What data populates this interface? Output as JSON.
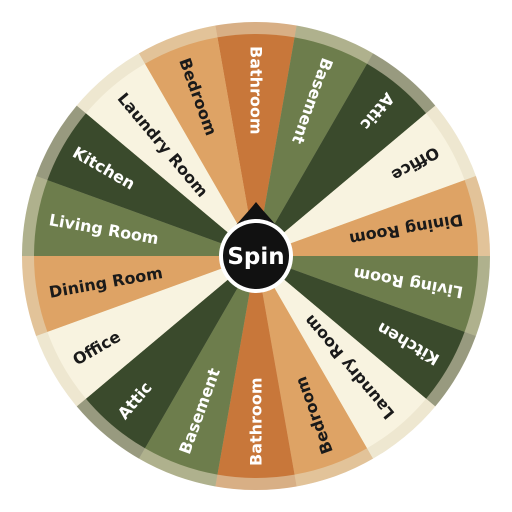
{
  "wheel": {
    "segments": [
      {
        "label": "Bathroom",
        "color": "#c8773a",
        "text_color": "#ffffff"
      },
      {
        "label": "Basement",
        "color": "#6d7d4c",
        "text_color": "#ffffff"
      },
      {
        "label": "Attic",
        "color": "#3a4a2c",
        "text_color": "#ffffff"
      },
      {
        "label": "Office",
        "color": "#f8f3e0",
        "text_color": "#1a1a1a"
      },
      {
        "label": "Dining Room",
        "color": "#dea365",
        "text_color": "#1a1a1a"
      },
      {
        "label": "Living Room",
        "color": "#6d7d4c",
        "text_color": "#ffffff"
      },
      {
        "label": "Kitchen",
        "color": "#3a4a2c",
        "text_color": "#ffffff"
      },
      {
        "label": "Laundry Room",
        "color": "#f8f3e0",
        "text_color": "#1a1a1a"
      },
      {
        "label": "Bedroom",
        "color": "#dea365",
        "text_color": "#1a1a1a"
      },
      {
        "label": "Bathroom",
        "color": "#c8773a",
        "text_color": "#ffffff"
      },
      {
        "label": "Basement",
        "color": "#6d7d4c",
        "text_color": "#ffffff"
      },
      {
        "label": "Attic",
        "color": "#3a4a2c",
        "text_color": "#ffffff"
      },
      {
        "label": "Office",
        "color": "#f8f3e0",
        "text_color": "#1a1a1a"
      },
      {
        "label": "Dining Room",
        "color": "#dea365",
        "text_color": "#1a1a1a"
      },
      {
        "label": "Living Room",
        "color": "#6d7d4c",
        "text_color": "#ffffff"
      },
      {
        "label": "Kitchen",
        "color": "#3a4a2c",
        "text_color": "#ffffff"
      },
      {
        "label": "Laundry Room",
        "color": "#f8f3e0",
        "text_color": "#1a1a1a"
      },
      {
        "label": "Bedroom",
        "color": "#dea365",
        "text_color": "#1a1a1a"
      }
    ],
    "border_color": "#e6dcc4",
    "spin_button": {
      "label": "Spin",
      "color": "#111111",
      "text_color": "#ffffff"
    }
  }
}
